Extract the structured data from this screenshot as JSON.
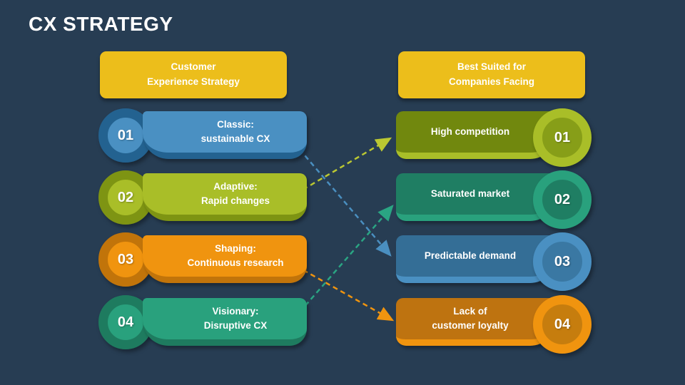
{
  "title": "CX STRATEGY",
  "colors": {
    "background": "#273D53",
    "header_gold": "#ECBE1B",
    "text": "#FFFFFF",
    "blue_light": "#4A90C2",
    "blue_dark": "#236290",
    "lime_light": "#A9BE28",
    "lime_dark": "#71880E",
    "orange_light": "#F0940F",
    "orange_dark": "#BE7310",
    "teal_light": "#29A17D",
    "teal_dark": "#1F7E63"
  },
  "left_column": {
    "header": {
      "line1": "Customer",
      "line2": "Experience Strategy"
    },
    "items": [
      {
        "number": "01",
        "line1": "Classic:",
        "line2": "sustainable CX",
        "color": "#4A90C2"
      },
      {
        "number": "02",
        "line1": "Adaptive:",
        "line2": "Rapid changes",
        "color": "#A9BE28"
      },
      {
        "number": "03",
        "line1": "Shaping:",
        "line2": "Continuous research",
        "color": "#F0940F"
      },
      {
        "number": "04",
        "line1": "Visionary:",
        "line2": "Disruptive CX",
        "color": "#29A17D"
      }
    ]
  },
  "right_column": {
    "header": {
      "line1": "Best Suited for",
      "line2": "Companies Facing"
    },
    "items": [
      {
        "number": "01",
        "line1": "High competition",
        "line2": "",
        "color": "#71880E"
      },
      {
        "number": "02",
        "line1": "Saturated market",
        "line2": "",
        "color": "#1F7E63"
      },
      {
        "number": "03",
        "line1": "Predictable demand",
        "line2": "",
        "color": "#346E96"
      },
      {
        "number": "04",
        "line1": "Lack of",
        "line2": "customer loyalty",
        "color": "#BE7310"
      }
    ]
  },
  "connections": [
    {
      "from": "Classic: sustainable CX",
      "to": "Predictable demand",
      "color": "#4A8FC0"
    },
    {
      "from": "Adaptive: Rapid changes",
      "to": "High competition",
      "color": "#BBC832"
    },
    {
      "from": "Shaping: Continuous research",
      "to": "Lack of customer loyalty",
      "color": "#F0940F"
    },
    {
      "from": "Visionary: Disruptive CX",
      "to": "Saturated market",
      "color": "#2AA583"
    }
  ]
}
